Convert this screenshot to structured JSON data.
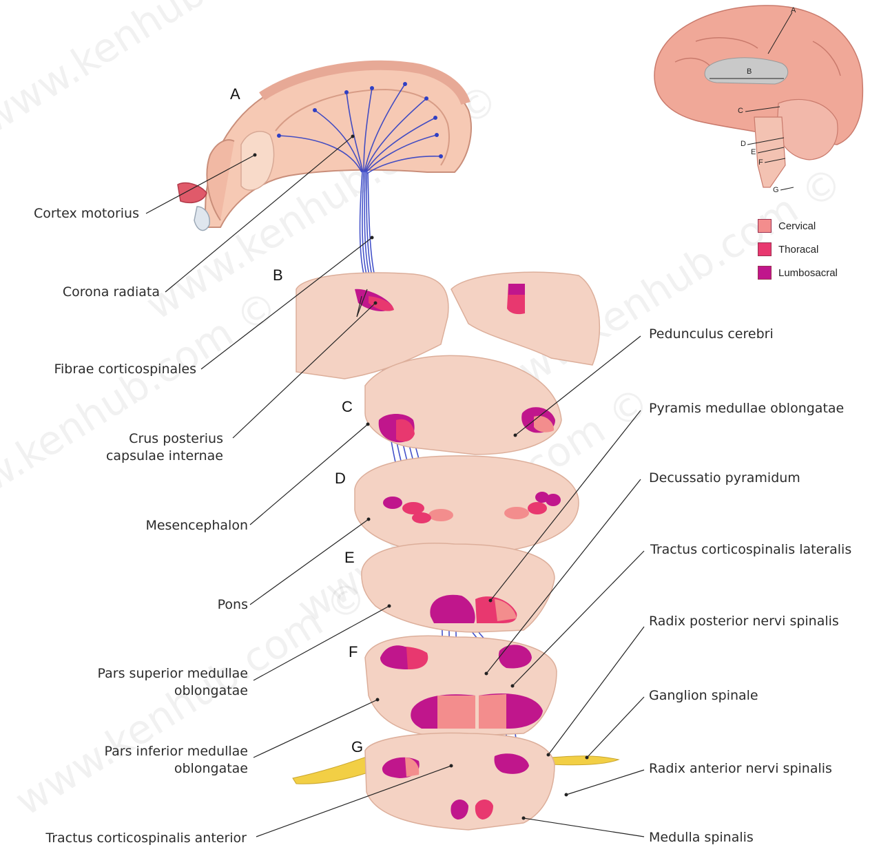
{
  "watermark": "www.kenhub.com ©",
  "sections": [
    "A",
    "B",
    "C",
    "D",
    "E",
    "F",
    "G"
  ],
  "inset": {
    "letters": [
      "A",
      "B",
      "C",
      "D",
      "E",
      "F",
      "G"
    ]
  },
  "legend": [
    {
      "label": "Cervical",
      "color": "#f38d8d"
    },
    {
      "label": "Thoracal",
      "color": "#e8386f"
    },
    {
      "label": "Lumbosacral",
      "color": "#c0168c"
    }
  ],
  "labels_left": [
    "Cortex motorius",
    "Corona radiata",
    "Fibrae corticospinales",
    "Crus posterius",
    "capsulae internae",
    "Mesencephalon",
    "Pons",
    "Pars superior medullae",
    "oblongatae",
    "Pars inferior medullae",
    "oblongatae",
    "Tractus corticospinalis anterior"
  ],
  "labels_right": [
    "Pedunculus cerebri",
    "Pyramis medullae oblongatae",
    "Decussatio pyramidum",
    "Tractus corticospinalis lateralis",
    "Radix posterior nervi spinalis",
    "Ganglion spinale",
    "Radix anterior nervi spinalis",
    "Medulla spinalis"
  ],
  "colors": {
    "tissue": "#f4d2c3",
    "tissue_dark": "#e6b29c",
    "fiber": "#2f3fc4",
    "cervical": "#f38d8d",
    "thoracal": "#e8386f",
    "lumbosacral": "#c0168c",
    "nerve": "#f2cf45"
  }
}
